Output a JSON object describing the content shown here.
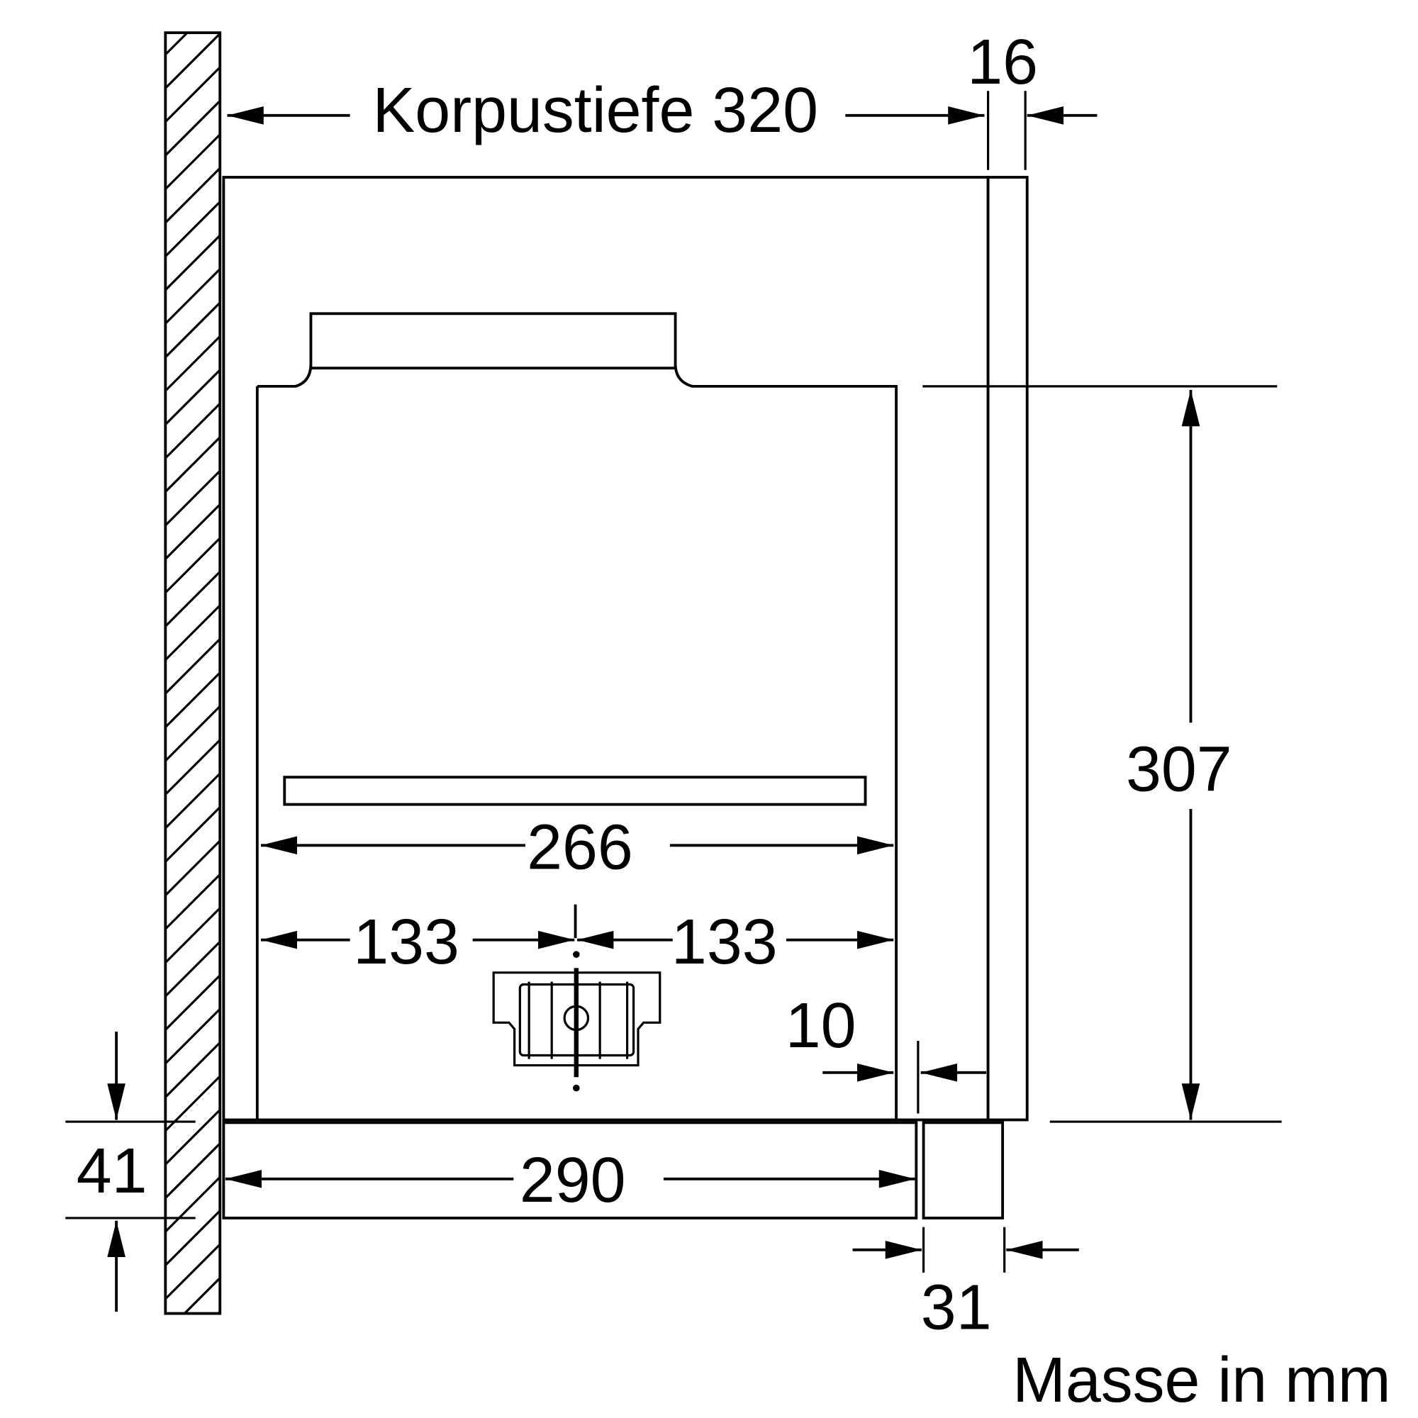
{
  "dimensions": {
    "korpustiefe": "Korpustiefe 320",
    "front_panel": "16",
    "height": "307",
    "inner_width": "266",
    "half_left": "133",
    "half_right": "133",
    "gap": "10",
    "bottom_width": "290",
    "bottom_height": "41",
    "bottom_front": "31"
  },
  "units_note": "Masse in mm",
  "colors": {
    "line": "#000000",
    "background": "#ffffff"
  }
}
